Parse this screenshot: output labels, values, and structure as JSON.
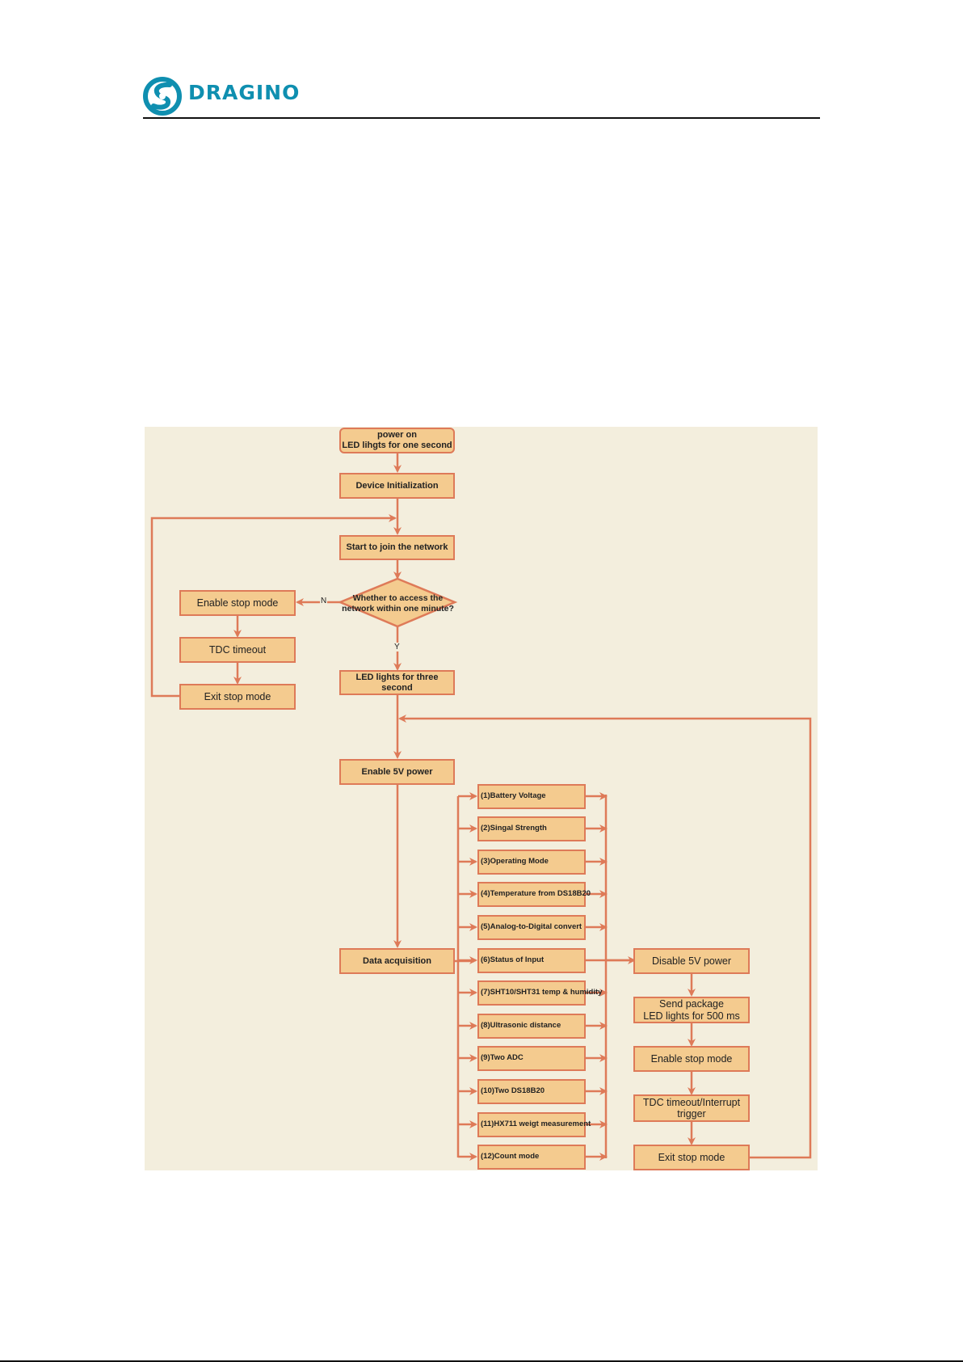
{
  "header": {
    "logo_text": "DRAGINO",
    "logo_icon": "dragino-swirl-logo"
  },
  "colors": {
    "box_fill": "#f4cb8f",
    "box_stroke": "#de7a58",
    "diagram_background": "#f3eedd",
    "logo_blue": "#0f8fb0"
  },
  "flowchart": {
    "power_on": "power on\nLED lihgts for one second",
    "device_init": "Device Initialization",
    "join_network": "Start to join the network",
    "decision": "Whether to access the\nnetwork within one minute?",
    "no_label": "N",
    "yes_label": "Y",
    "left_enable_stop": "Enable stop mode",
    "left_tdc_timeout": "TDC timeout",
    "left_exit_stop": "Exit stop mode",
    "led_three_second": "LED lights for three second",
    "enable_5v": "Enable 5V power",
    "data_acquisition": "Data acquisition",
    "sensors": [
      "(1)Battery Voltage",
      "(2)Singal Strength",
      "(3)Operating Mode",
      "(4)Temperature from DS18B20",
      "(5)Analog-to-Digital convert",
      "(6)Status of Input",
      "(7)SHT10/SHT31 temp & humidity",
      "(8)Ultrasonic distance",
      "(9)Two ADC",
      "(10)Two DS18B20",
      "(11)HX711 weigt measurement",
      "(12)Count mode"
    ],
    "disable_5v": "Disable 5V power",
    "send_package": "Send package\nLED lights for 500 ms",
    "right_enable_stop": "Enable stop mode",
    "tdc_interrupt": "TDC timeout/Interrupt\ntrigger",
    "right_exit_stop": "Exit stop mode"
  }
}
